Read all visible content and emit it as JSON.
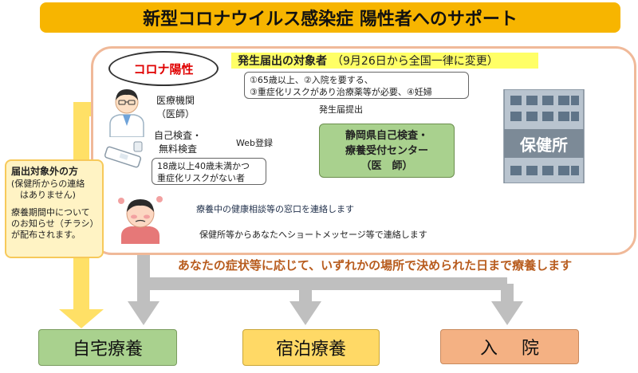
{
  "title": "新型コロナウイルス感染症 陽性者へのサポート",
  "corona_positive": "コロナ陽性",
  "target_banner": {
    "label": "発生届出の対象者",
    "note": "（9月26日から全国一律に変更）"
  },
  "criteria": {
    "line1": "①65歳以上、②入院を要する、",
    "line2": "③重症化リスクがあり治療薬等が必要、④妊婦"
  },
  "medical": {
    "line1": "医療機関",
    "line2": "（医師）"
  },
  "selftest": {
    "line1": "自己検査・",
    "line2": "無料検査"
  },
  "age_group": {
    "line1": "18歳以上40歳未満かつ",
    "line2": "重症化リスクがない者"
  },
  "arrows": {
    "report": "発生届提出",
    "web": "Web登録",
    "consult": "療養中の健康相談等の窓口を連絡します",
    "sms": "保健所等からあなたへショートメッセージ等で連絡します"
  },
  "center": {
    "line1": "静岡県自己検査・",
    "line2": "療養受付センター",
    "line3": "（医　師）"
  },
  "health_center": "保健所",
  "note": {
    "head": "届出対象外の方",
    "line1": "(保健所からの連絡",
    "line2": "　はありません)",
    "line3": "療養期間中について",
    "line4": "のお知らせ（チラシ）",
    "line5": "が配布されます。"
  },
  "bottom_text": "あなたの症状等に応じて、いずれかの場所で決められた日まで療養します",
  "destinations": {
    "home": "自宅療養",
    "hotel": "宿泊療養",
    "hospital": "入院"
  },
  "colors": {
    "title_bg": "#f7b500",
    "yellow_arrow": "#ffe066",
    "blue_arrow": "#8faadc",
    "gray_arrow": "#bfbfbf",
    "frame": "#f0b999"
  }
}
